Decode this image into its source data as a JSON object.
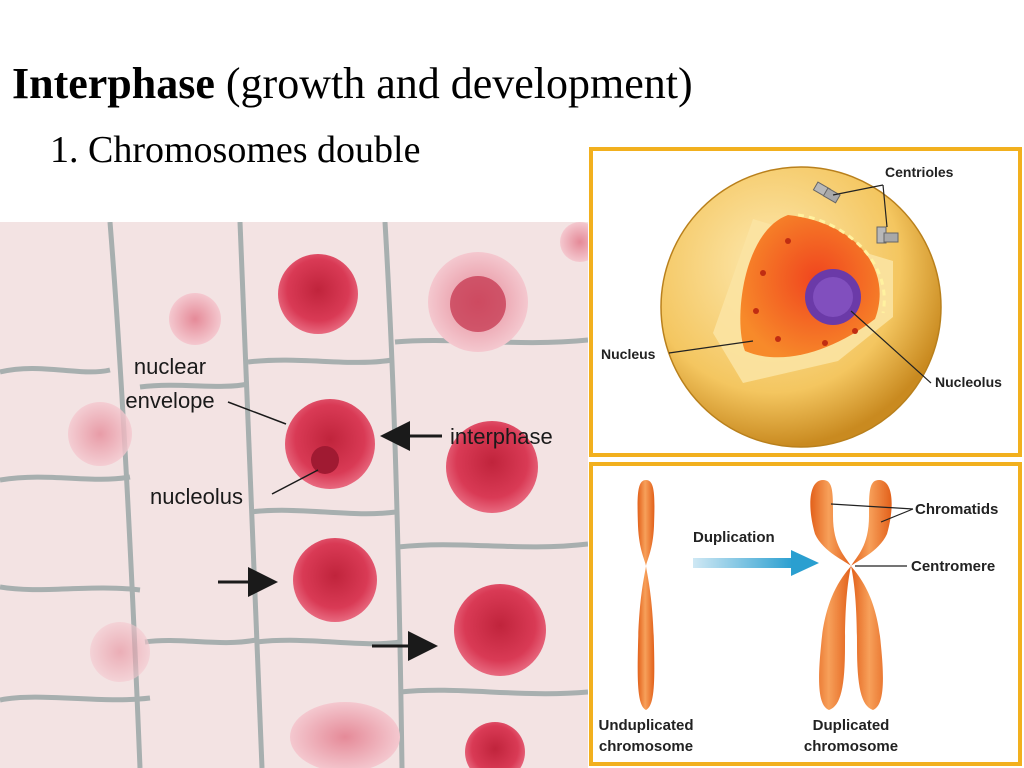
{
  "slide": {
    "title_bold": "Interphase",
    "title_rest": "(growth and development)",
    "bullet": "1. Chromosomes double"
  },
  "micrograph": {
    "labels": {
      "nuclear_envelope_line1": "nuclear",
      "nuclear_envelope_line2": "envelope",
      "interphase": "interphase",
      "nucleolus": "nucleolus"
    }
  },
  "cell_diagram": {
    "labels": {
      "centrioles": "Centrioles",
      "nucleus": "Nucleus",
      "nucleolus": "Nucleolus"
    }
  },
  "chromosome_diagram": {
    "labels": {
      "duplication": "Duplication",
      "chromatids": "Chromatids",
      "centromere": "Centromere",
      "unduplicated_line1": "Unduplicated",
      "unduplicated_line2": "chromosome",
      "duplicated_line1": "Duplicated",
      "duplicated_line2": "chromosome"
    }
  },
  "colors": {
    "panel_border": "#f2b01e",
    "nucleus_stain": "#d62f4a",
    "chromosome": "#f07a22",
    "arrow": "#2a9fd0"
  }
}
